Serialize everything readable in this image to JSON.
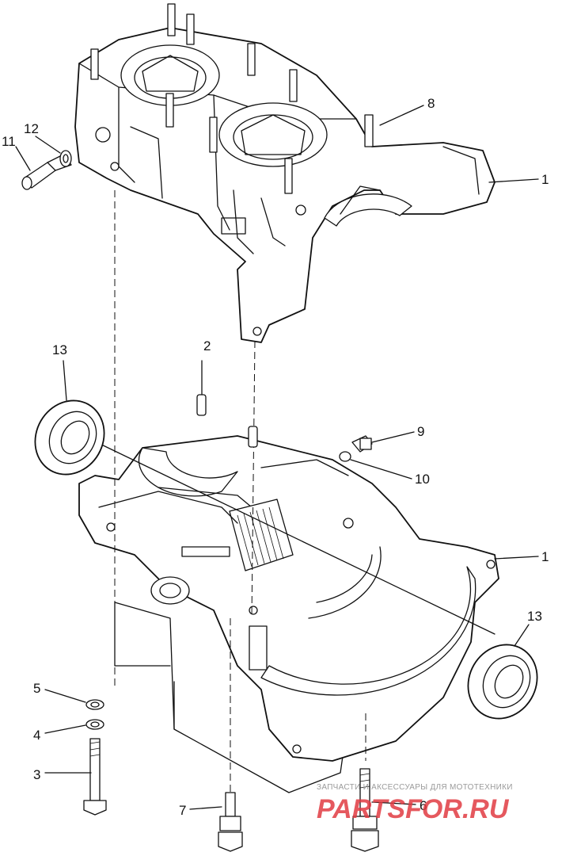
{
  "diagram": {
    "callouts": [
      {
        "id": "c1a",
        "label": "1"
      },
      {
        "id": "c1b",
        "label": "1"
      },
      {
        "id": "c2",
        "label": "2"
      },
      {
        "id": "c3",
        "label": "3"
      },
      {
        "id": "c4",
        "label": "4"
      },
      {
        "id": "c5",
        "label": "5"
      },
      {
        "id": "c6",
        "label": "6"
      },
      {
        "id": "c7",
        "label": "7"
      },
      {
        "id": "c8",
        "label": "8"
      },
      {
        "id": "c9",
        "label": "9"
      },
      {
        "id": "c10",
        "label": "10"
      },
      {
        "id": "c11",
        "label": "11"
      },
      {
        "id": "c12",
        "label": "12"
      },
      {
        "id": "c13a",
        "label": "13"
      },
      {
        "id": "c13b",
        "label": "13"
      }
    ]
  },
  "watermark": {
    "caption": "ЗАПЧАСТИ И АКСЕССУАРЫ ДЛЯ МОТОТЕХНИКИ",
    "brand": "PARTSFOR.RU"
  },
  "colors": {
    "line": "#111111",
    "background": "#ffffff",
    "watermark_red": "#e13b43",
    "watermark_gray": "#9a9a9a"
  }
}
